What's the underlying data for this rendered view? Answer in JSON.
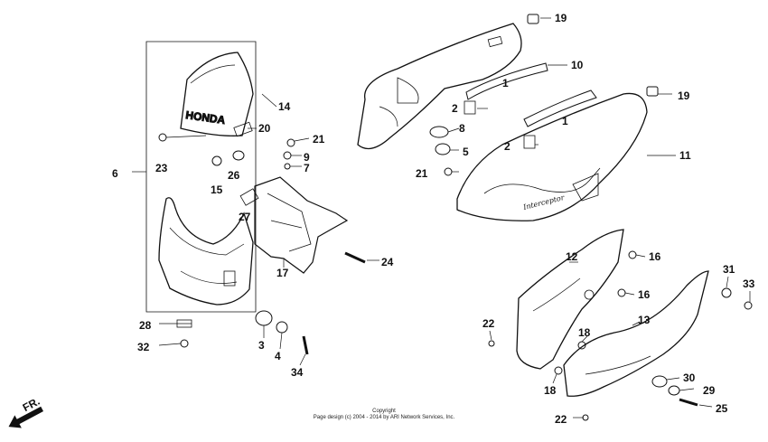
{
  "diagram": {
    "callouts": [
      "1",
      "1",
      "2",
      "2",
      "3",
      "4",
      "5",
      "6",
      "7",
      "8",
      "9",
      "10",
      "11",
      "12",
      "13",
      "14",
      "15",
      "16",
      "16",
      "17",
      "18",
      "18",
      "19",
      "19",
      "20",
      "21",
      "21",
      "22",
      "22",
      "23",
      "24",
      "25",
      "26",
      "27",
      "28",
      "29",
      "30",
      "31",
      "32",
      "33",
      "34"
    ],
    "windscreen_brand": "HONDA",
    "cowl_graphic": "Interceptor",
    "direction_label": "FR."
  },
  "footer": {
    "line1": "Copyright",
    "line2": "Page design (c) 2004 - 2014 by ARI Network Services, Inc."
  }
}
